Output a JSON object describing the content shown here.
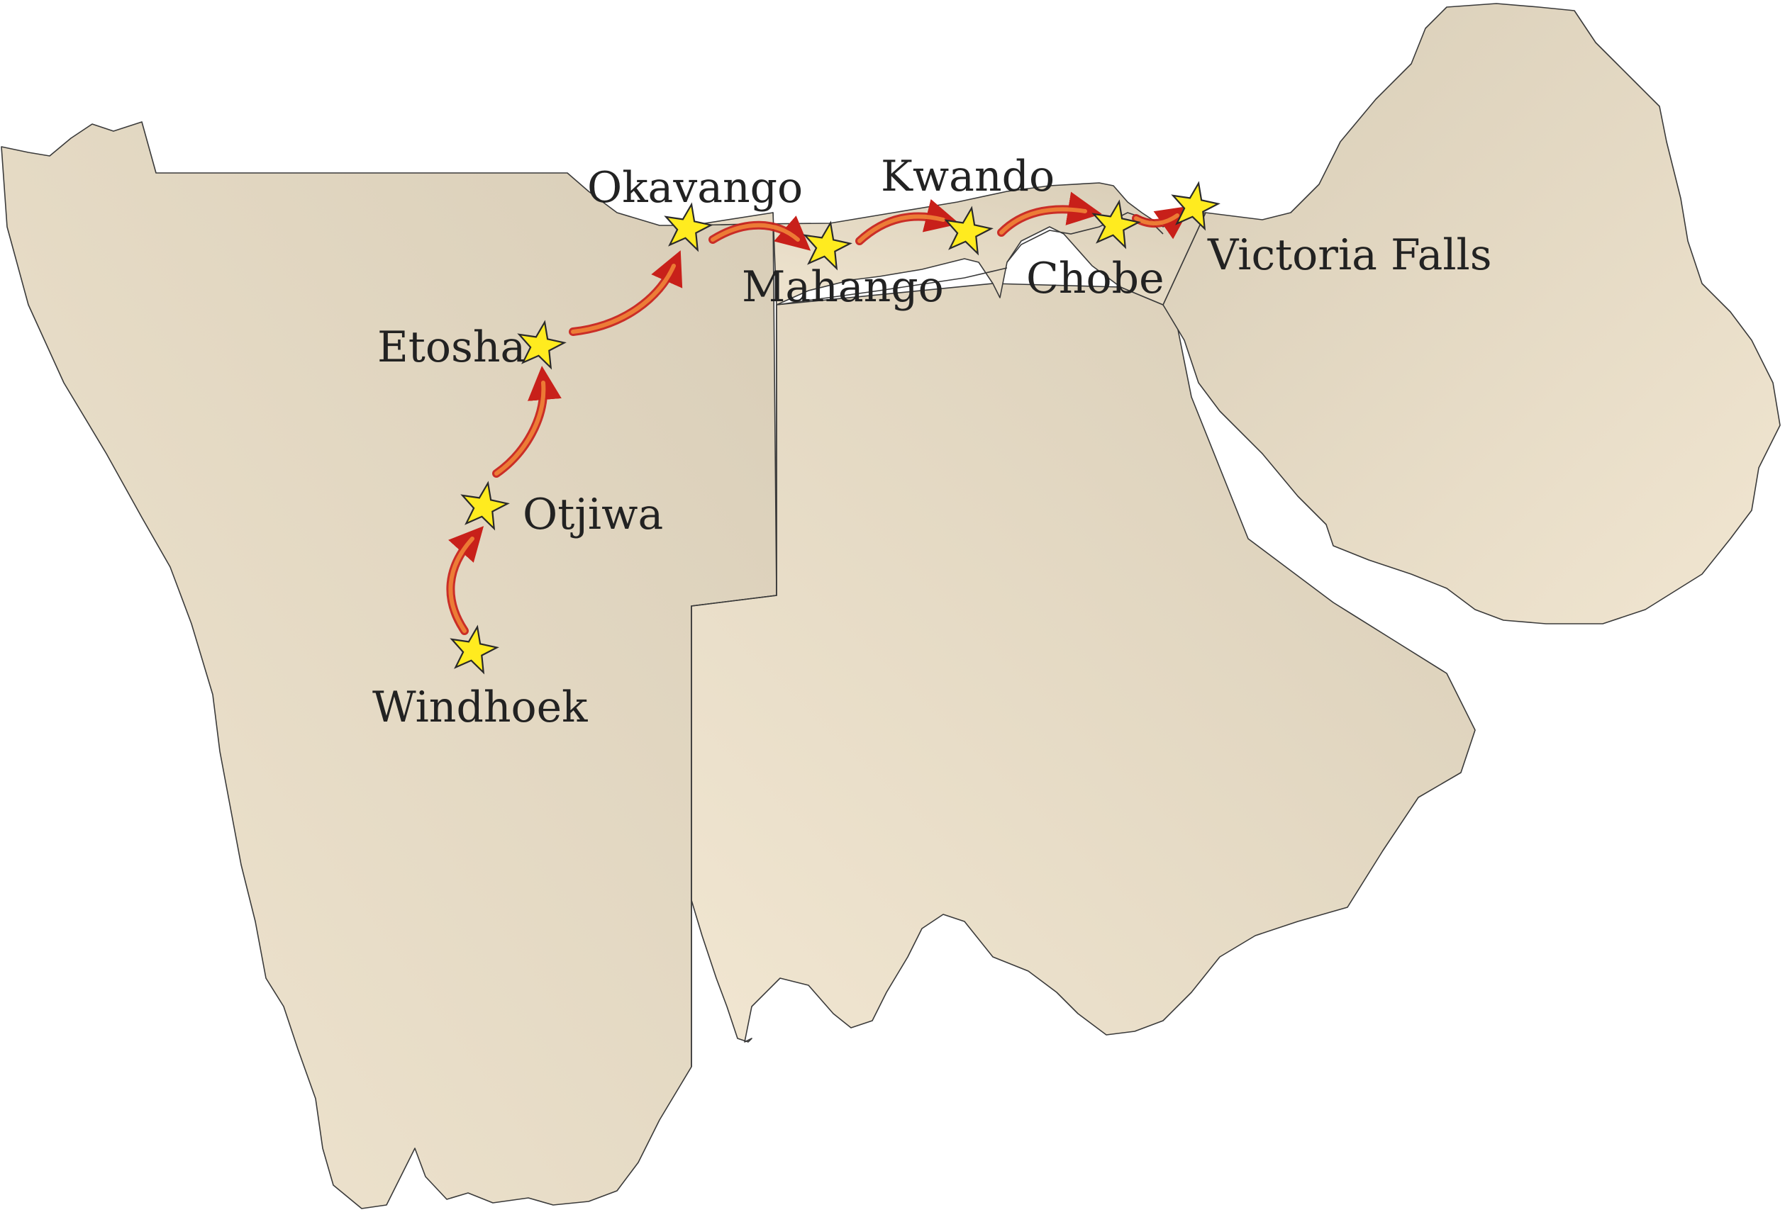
{
  "map": {
    "colors": {
      "land_light": "#f1e6d1",
      "land_dark": "#d8cdb7",
      "outline": "#3a3a3a",
      "star_fill": "#ffeb1f",
      "arrow_start": "#f28a3a",
      "arrow_end": "#c8201a"
    },
    "stops": [
      {
        "id": "windhoek",
        "label": "Windhoek"
      },
      {
        "id": "otjiwa",
        "label": "Otjiwa"
      },
      {
        "id": "etosha",
        "label": "Etosha"
      },
      {
        "id": "okavango",
        "label": "Okavango"
      },
      {
        "id": "mahango",
        "label": "Mahango"
      },
      {
        "id": "kwando",
        "label": "Kwando"
      },
      {
        "id": "chobe",
        "label": "Chobe"
      },
      {
        "id": "victoria-falls",
        "label": "Victoria Falls"
      }
    ],
    "icons": {
      "stop_marker": "star-icon",
      "route_segment": "arrow-icon"
    }
  }
}
